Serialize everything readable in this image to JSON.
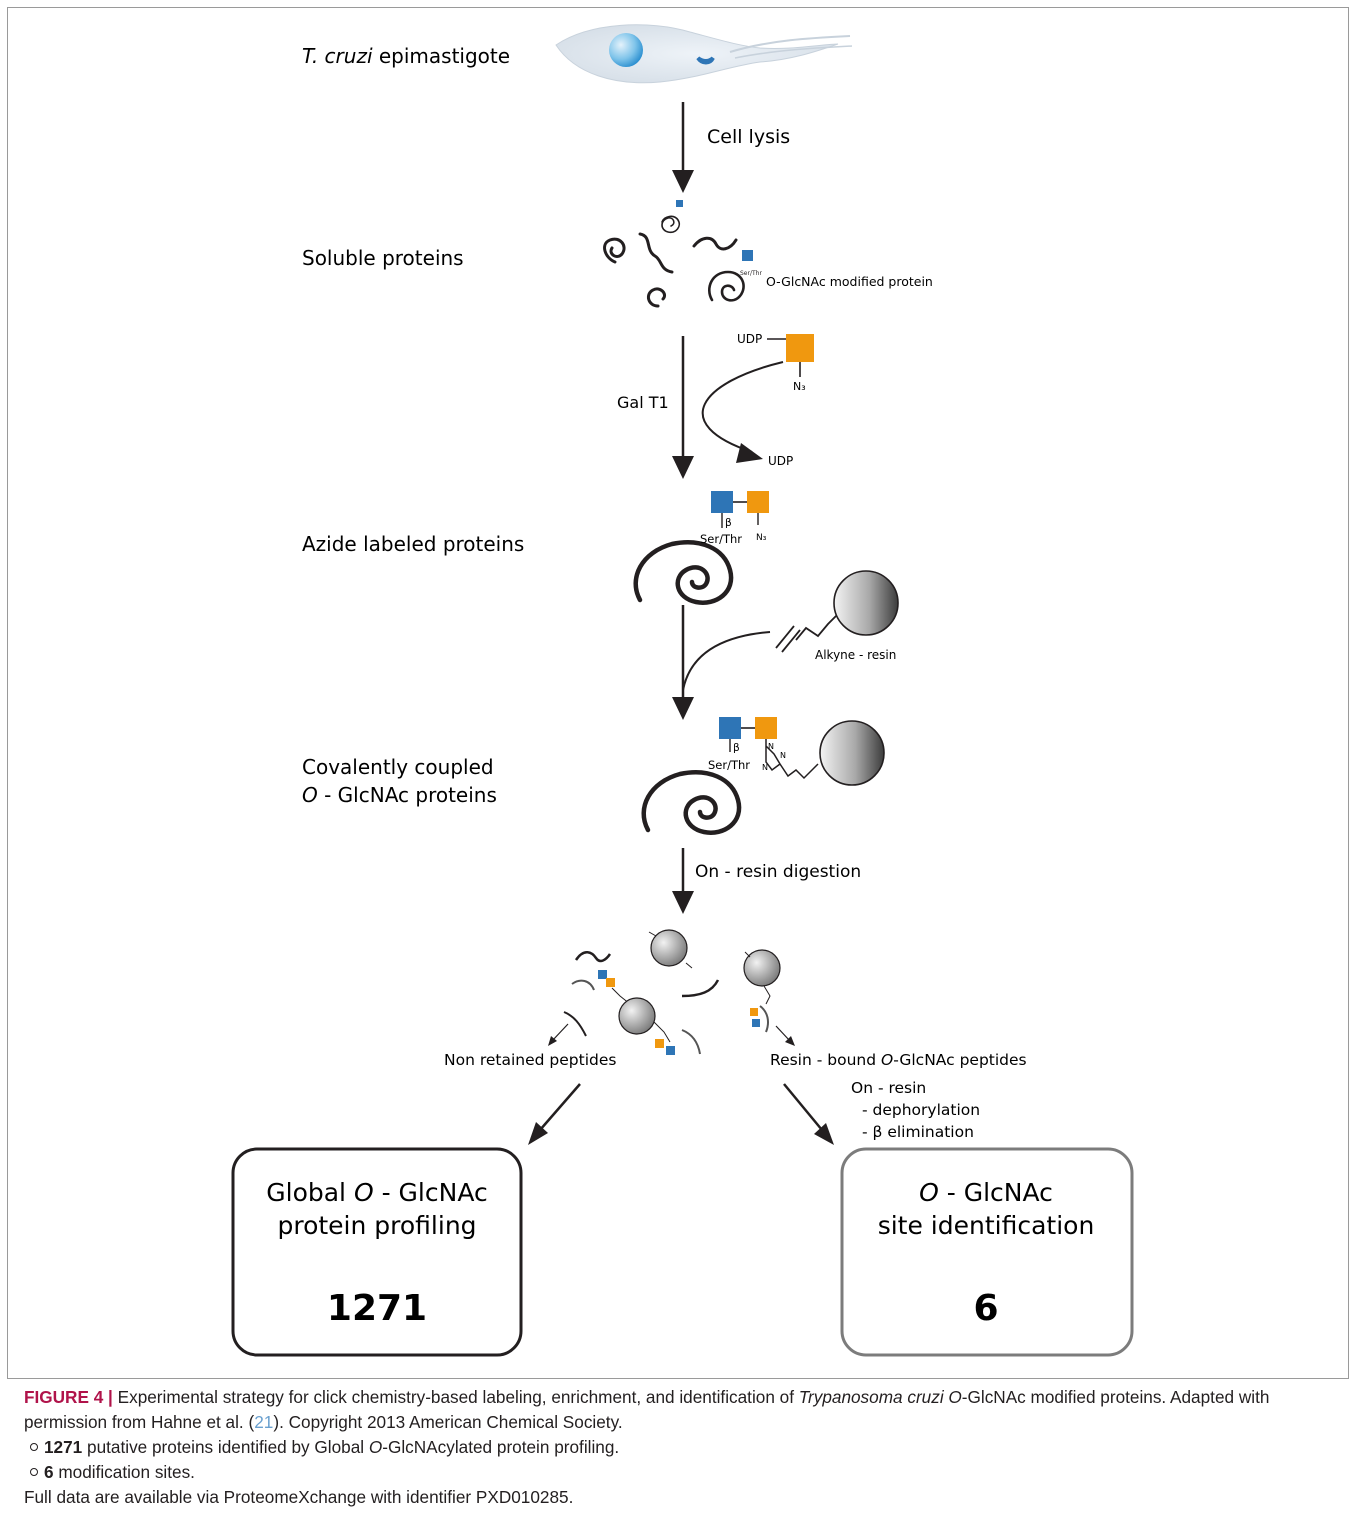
{
  "steps": {
    "parasite": {
      "italic": "T. cruzi",
      "rest": " epimastigote"
    },
    "cell_lysis": "Cell lysis",
    "soluble": "Soluble proteins",
    "ser_thr_small": "Ser/Thr",
    "modified_protein": "O-GlcNAc modified protein",
    "udp_in": "UDP",
    "n3": "N₃",
    "gal_t1": "Gal T1",
    "udp_out": "UDP",
    "azide": "Azide labeled proteins",
    "beta": "β",
    "ser_thr": "Ser/Thr",
    "alkyne": "Alkyne - resin",
    "n_atom": "N",
    "covalent_line1": "Covalently coupled",
    "covalent_line2_italic": "O",
    "covalent_line2_rest": " - GlcNAc proteins",
    "digestion": "On - resin digestion",
    "non_retained": "Non retained peptides",
    "resin_bound_pre": "Resin - bound ",
    "resin_bound_italic": "O",
    "resin_bound_post": "-GlcNAc peptides",
    "on_resin": "On - resin",
    "dephos": "- dephorylation",
    "beta_elim": "- β elimination"
  },
  "boxes": {
    "left": {
      "line1_pre": "Global ",
      "line1_italic": "O",
      "line1_post": " - GlcNAc",
      "line2": "protein profiling",
      "value": "1271"
    },
    "right": {
      "line1_italic": "O",
      "line1_post": " - GlcNAc",
      "line2": "site identification",
      "value": "6"
    }
  },
  "caption": {
    "fig": "FIGURE 4 |",
    "t1": " Experimental strategy for click chemistry-based labeling, enrichment, and identification of ",
    "t2_italic": "Trypanosoma cruzi O",
    "t3": "-GlcNAc modified proteins. Adapted with permission from Hahne et al. (",
    "ref": "21",
    "t4": "). Copyright 2013 American Chemical Society.",
    "b1_bold": "1271",
    "b1_pre": " putative proteins identified by Global ",
    "b1_italic": "O",
    "b1_post": "-GlcNAcylated protein profiling.",
    "b2_bold": "6",
    "b2_rest": " modification sites.",
    "footer": "Full data are available via ProteomeXchange with identifier PXD010285."
  },
  "colors": {
    "blue": "#2e75b6",
    "orange": "#f0980f",
    "ink": "#231f20"
  }
}
